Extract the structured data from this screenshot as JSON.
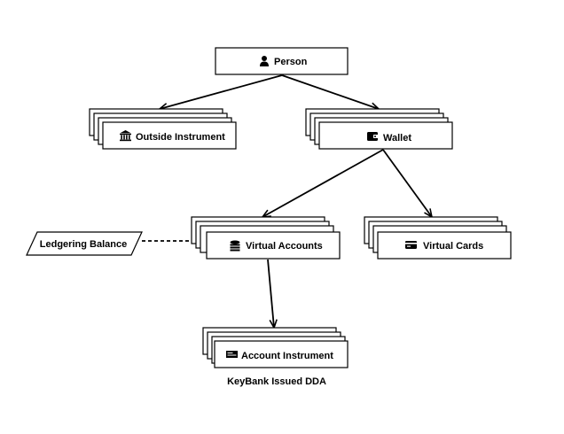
{
  "nodes": {
    "person": {
      "label": "Person",
      "icon": "person-icon"
    },
    "outside_instrument": {
      "label": "Outside Instrument",
      "icon": "bank-icon"
    },
    "wallet": {
      "label": "Wallet",
      "icon": "wallet-icon"
    },
    "virtual_accounts": {
      "label": "Virtual Accounts",
      "icon": "coins-icon"
    },
    "virtual_cards": {
      "label": "Virtual Cards",
      "icon": "card-icon"
    },
    "account_instrument": {
      "label": "Account Instrument",
      "icon": "check-icon"
    },
    "ledgering_balance": {
      "label": "Ledgering Balance"
    }
  },
  "captions": {
    "account_instrument_caption": "KeyBank Issued DDA"
  },
  "edges": [
    {
      "from": "person",
      "to": "outside_instrument",
      "style": "arrow"
    },
    {
      "from": "person",
      "to": "wallet",
      "style": "arrow"
    },
    {
      "from": "wallet",
      "to": "virtual_accounts",
      "style": "arrow"
    },
    {
      "from": "wallet",
      "to": "virtual_cards",
      "style": "arrow"
    },
    {
      "from": "virtual_accounts",
      "to": "account_instrument",
      "style": "arrow"
    },
    {
      "from": "ledgering_balance",
      "to": "virtual_accounts",
      "style": "dashed"
    }
  ]
}
